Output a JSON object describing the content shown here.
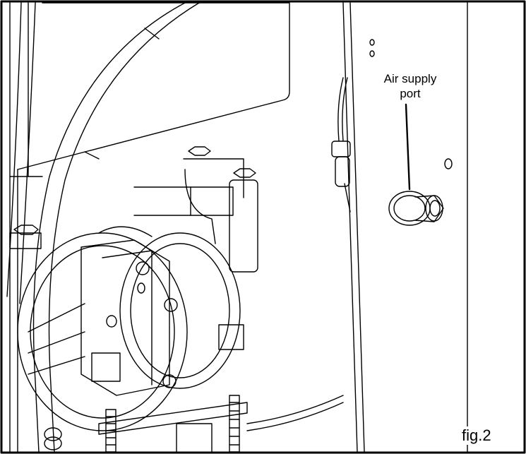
{
  "callout": {
    "line1": "Air supply",
    "line2": "port"
  },
  "figure_label": "fig.2"
}
